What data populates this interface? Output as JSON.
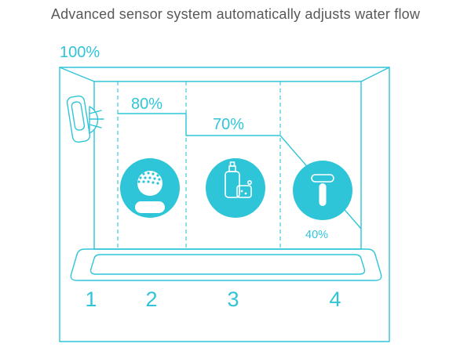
{
  "title": "Advanced sensor system automatically adjusts water flow",
  "colors": {
    "accent": "#2fc5d8",
    "title_text": "#58585a"
  },
  "flow_levels": {
    "zone1": "100%",
    "zone2": "80%",
    "zone3": "70%",
    "zone4": "40%"
  },
  "zone_numbers": {
    "z1": "1",
    "z2": "2",
    "z3": "3",
    "z4": "4"
  },
  "icons": {
    "sensor": "water-sensor-icon",
    "zone2": "person-washing-hair-icon",
    "zone3": "toiletries-icon",
    "zone4": "razor-icon"
  }
}
